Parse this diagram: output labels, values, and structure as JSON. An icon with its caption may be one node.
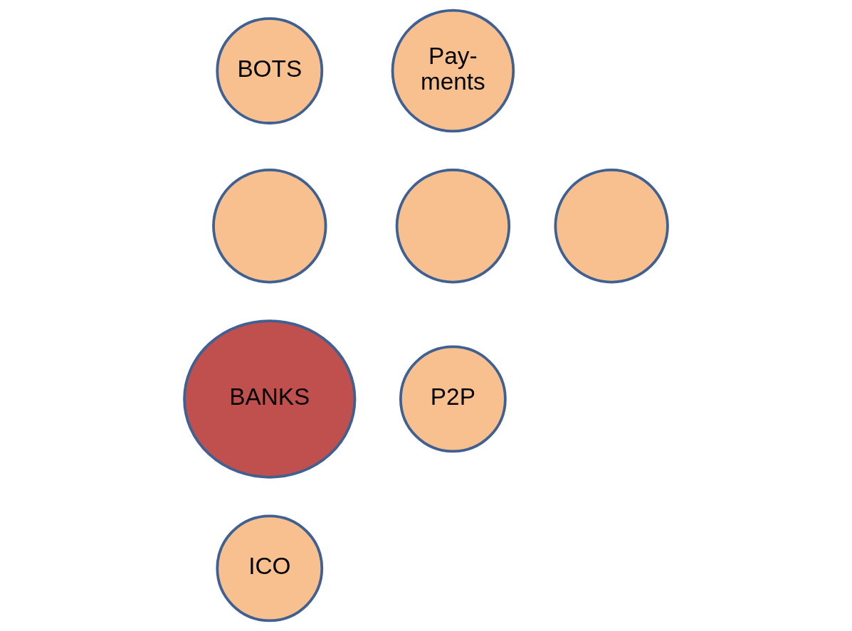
{
  "diagram": {
    "nodes": [
      {
        "text": [
          "BOTS"
        ]
      },
      {
        "text": [
          "Pay- ments"
        ]
      },
      {
        "text": [],
        "shape": "circle"
      },
      {
        "text": [],
        "shape": "circle"
      },
      {
        "text": [],
        "shape": "circle"
      },
      {
        "text": [
          "BANKS"
        ]
      },
      {
        "text": [
          "P2P"
        ]
      },
      {
        "text": [
          "ICO"
        ]
      }
    ],
    "edges": []
  }
}
